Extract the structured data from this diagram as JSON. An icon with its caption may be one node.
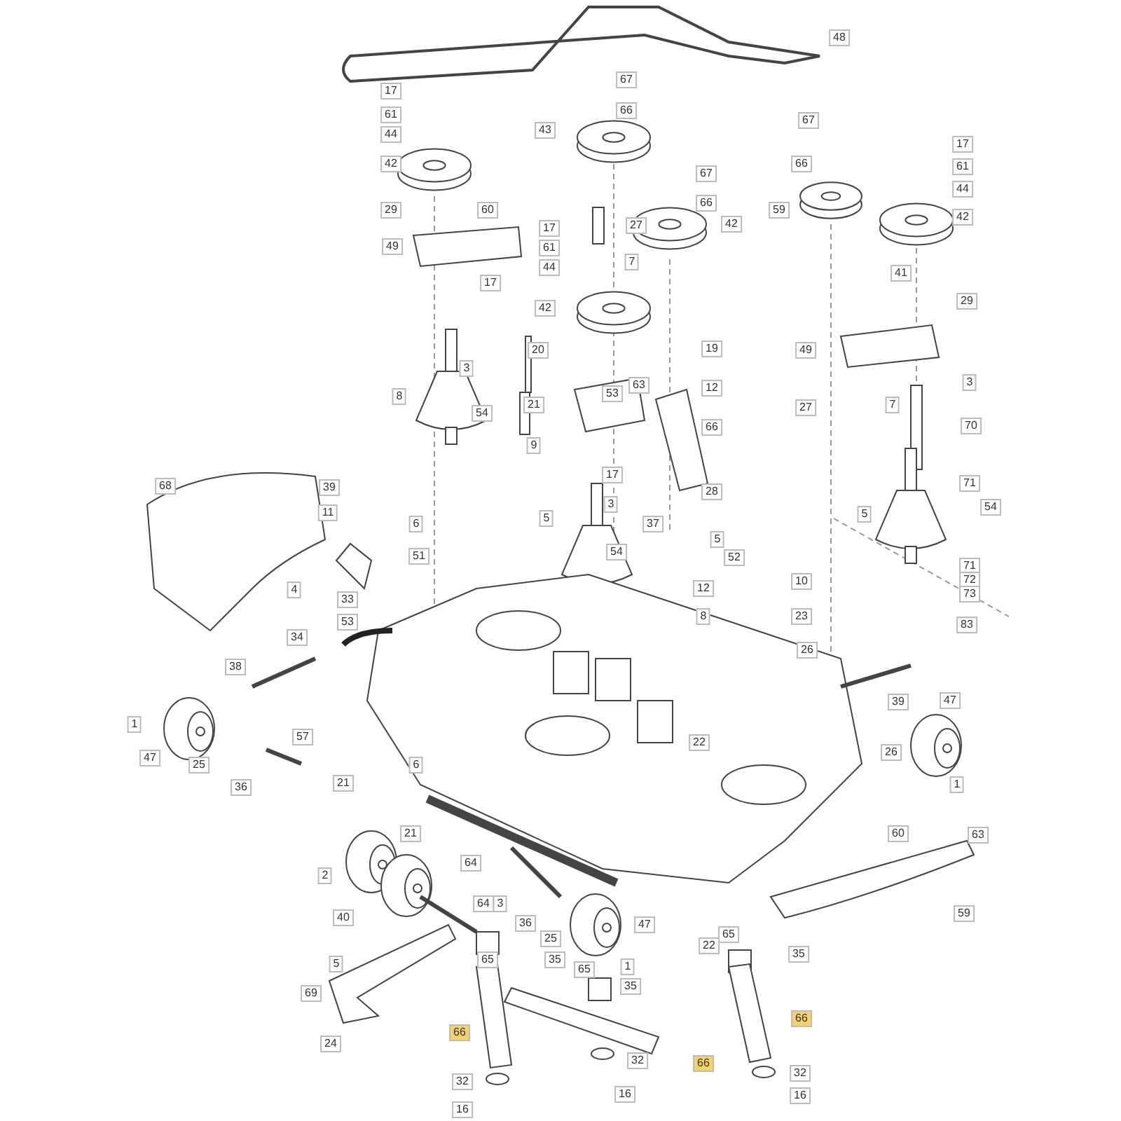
{
  "diagram": {
    "labels": [
      "48",
      "17",
      "61",
      "44",
      "42",
      "29",
      "60",
      "49",
      "17",
      "67",
      "66",
      "43",
      "67",
      "66",
      "42",
      "17",
      "27",
      "61",
      "44",
      "7",
      "42",
      "67",
      "66",
      "59",
      "17",
      "61",
      "44",
      "42",
      "41",
      "29",
      "20",
      "19",
      "3",
      "8",
      "54",
      "21",
      "9",
      "53",
      "63",
      "12",
      "66",
      "17",
      "28",
      "5",
      "3",
      "37",
      "54",
      "5",
      "52",
      "12",
      "8",
      "49",
      "3",
      "27",
      "7",
      "70",
      "71",
      "54",
      "5",
      "71",
      "72",
      "73",
      "68",
      "39",
      "11",
      "6",
      "51",
      "4",
      "33",
      "53",
      "10",
      "23",
      "26",
      "83",
      "38",
      "34",
      "1",
      "47",
      "25",
      "36",
      "57",
      "6",
      "21",
      "22",
      "21",
      "39",
      "26",
      "47",
      "1",
      "64",
      "60",
      "63",
      "2",
      "40",
      "64",
      "3",
      "36",
      "25",
      "47",
      "1",
      "22",
      "65",
      "35",
      "5",
      "65",
      "35",
      "65",
      "35",
      "69",
      "59",
      "66",
      "66",
      "66",
      "32",
      "32",
      "32",
      "16",
      "16",
      "16",
      "24"
    ]
  }
}
